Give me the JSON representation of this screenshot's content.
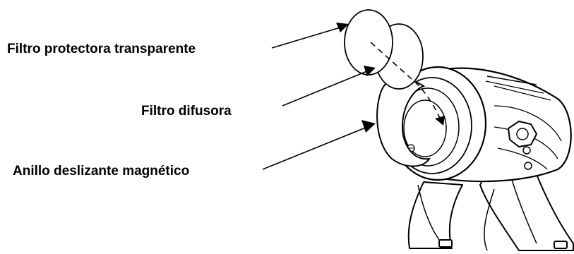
{
  "labels": {
    "protector_filter": "Filtro protectora transparente",
    "diffuser_filter": "Filtro difusora",
    "magnetic_ring": "Anillo deslizante magnético"
  },
  "colors": {
    "ink": "#000000",
    "background": "#ffffff"
  }
}
